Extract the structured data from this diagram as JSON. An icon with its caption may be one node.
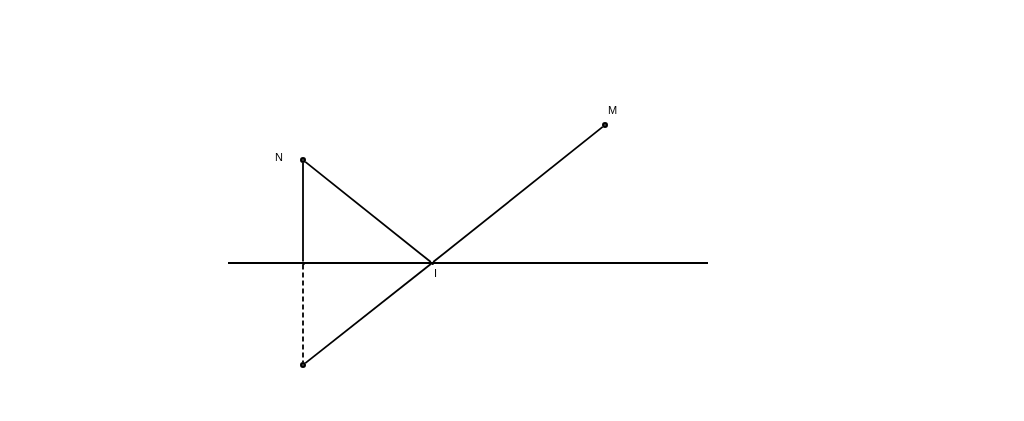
{
  "diagram": {
    "nodes": [
      {
        "text": [],
        "shape": "circle",
        "beside": [
          "N"
        ]
      },
      {
        "text": [],
        "shape": "circle",
        "beside": [
          "M"
        ]
      },
      {
        "text": [],
        "shape": "point",
        "beside": [
          "I"
        ]
      },
      {
        "text": [],
        "shape": "circle"
      },
      {
        "text": [],
        "shape": "point"
      }
    ],
    "edges": [
      {
        "from": 0,
        "to": 4,
        "arrow": "none"
      },
      {
        "from": 4,
        "to": 3,
        "arrow": "none",
        "style": "dashed"
      },
      {
        "from": 0,
        "to": 2,
        "arrow": "none"
      },
      {
        "from": 3,
        "to": 2,
        "arrow": "none"
      },
      {
        "from": 2,
        "to": 1,
        "arrow": "none"
      }
    ]
  }
}
